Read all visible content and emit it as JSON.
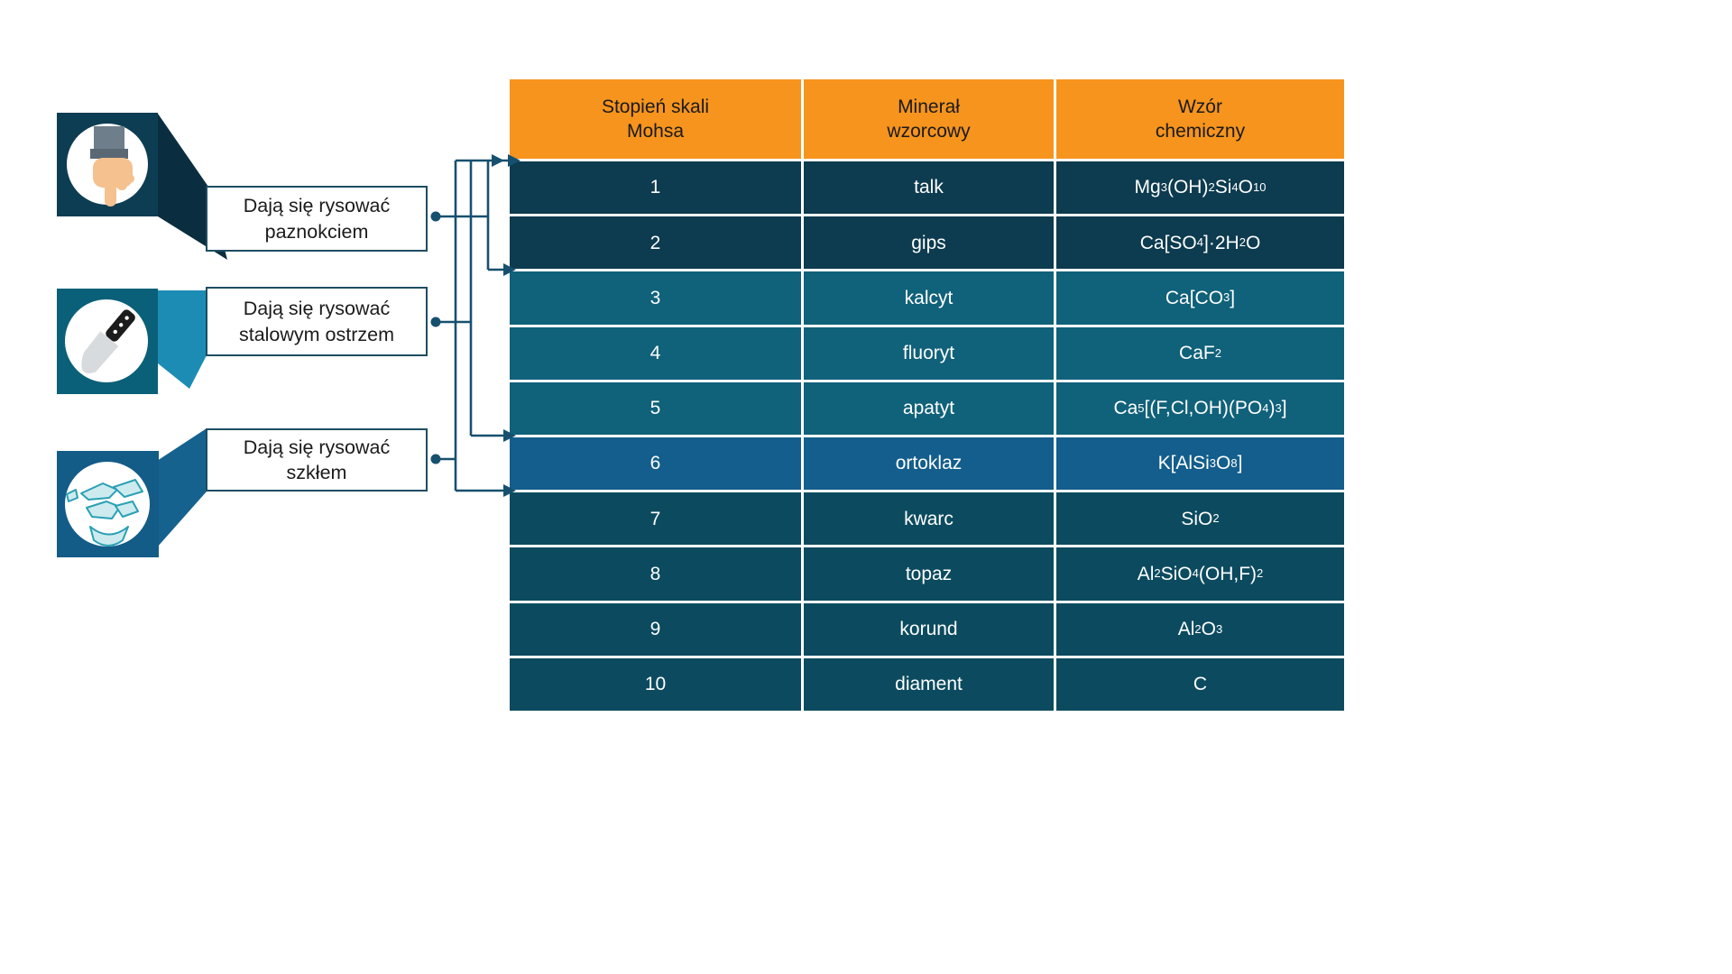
{
  "table": {
    "columns": [
      {
        "label": "Stopień skali\nMohsa"
      },
      {
        "label": "Minerał\nwzorcowy"
      },
      {
        "label": "Wzór\nchemiczny"
      }
    ],
    "rows": [
      {
        "degree": "1",
        "mineral": "talk",
        "formula": "Mg_3(OH)_2Si_4O_10",
        "tone": "navy"
      },
      {
        "degree": "2",
        "mineral": "gips",
        "formula": "Ca[SO_4]·2H_2O",
        "tone": "navy"
      },
      {
        "degree": "3",
        "mineral": "kalcyt",
        "formula": "Ca[CO_3]",
        "tone": "teal"
      },
      {
        "degree": "4",
        "mineral": "fluoryt",
        "formula": "CaF_2",
        "tone": "teal"
      },
      {
        "degree": "5",
        "mineral": "apatyt",
        "formula": "Ca_5[(F,Cl,OH)(PO_4)_3]",
        "tone": "teal"
      },
      {
        "degree": "6",
        "mineral": "ortoklaz",
        "formula": "K[AlSi_3O_8]",
        "tone": "blue"
      },
      {
        "degree": "7",
        "mineral": "kwarc",
        "formula": "SiO_2",
        "tone": "dark"
      },
      {
        "degree": "8",
        "mineral": "topaz",
        "formula": "Al_2SiO_4(OH,F)_2",
        "tone": "dark"
      },
      {
        "degree": "9",
        "mineral": "korund",
        "formula": "Al_2O_3",
        "tone": "dark"
      },
      {
        "degree": "10",
        "mineral": "diament",
        "formula": "C",
        "tone": "dark"
      }
    ]
  },
  "labels": [
    {
      "text": "Dają się rysować\npaznokciem",
      "icon": "hand-pointing-down-icon"
    },
    {
      "text": "Dają się rysować\nstalowym ostrzem",
      "icon": "knife-icon"
    },
    {
      "text": "Dają się rysować\nszkłem",
      "icon": "broken-glass-icon"
    }
  ],
  "colors": {
    "header_bg": "#F6941E",
    "header_text": "#1A1A1A",
    "row_navy": "#0D3B4F",
    "row_teal": "#10617A",
    "row_blue": "#135E8C",
    "row_dark": "#0C4B5F",
    "cell_text": "#FFFFFF",
    "line": "#17506F",
    "label_bg": "#FFFFFF",
    "label_border": "#1E4D62",
    "label_text": "#1B1B1B",
    "icon1_bg": "#0D3D52",
    "ribbon1": "#0A2E3F",
    "icon2_bg": "#0A6078",
    "ribbon2": "#1C8CB4",
    "icon3_bg": "#135C88",
    "ribbon3": "#15628F",
    "hand_skin": "#F4C18F",
    "hand_sleeve": "#6E7E8A",
    "hand_cuff": "#5A6874",
    "knife_handle": "#1C1C1C",
    "knife_blade": "#D8DBDD",
    "glass_fill": "#CDEBEF",
    "glass_stroke": "#2AA0B4"
  }
}
